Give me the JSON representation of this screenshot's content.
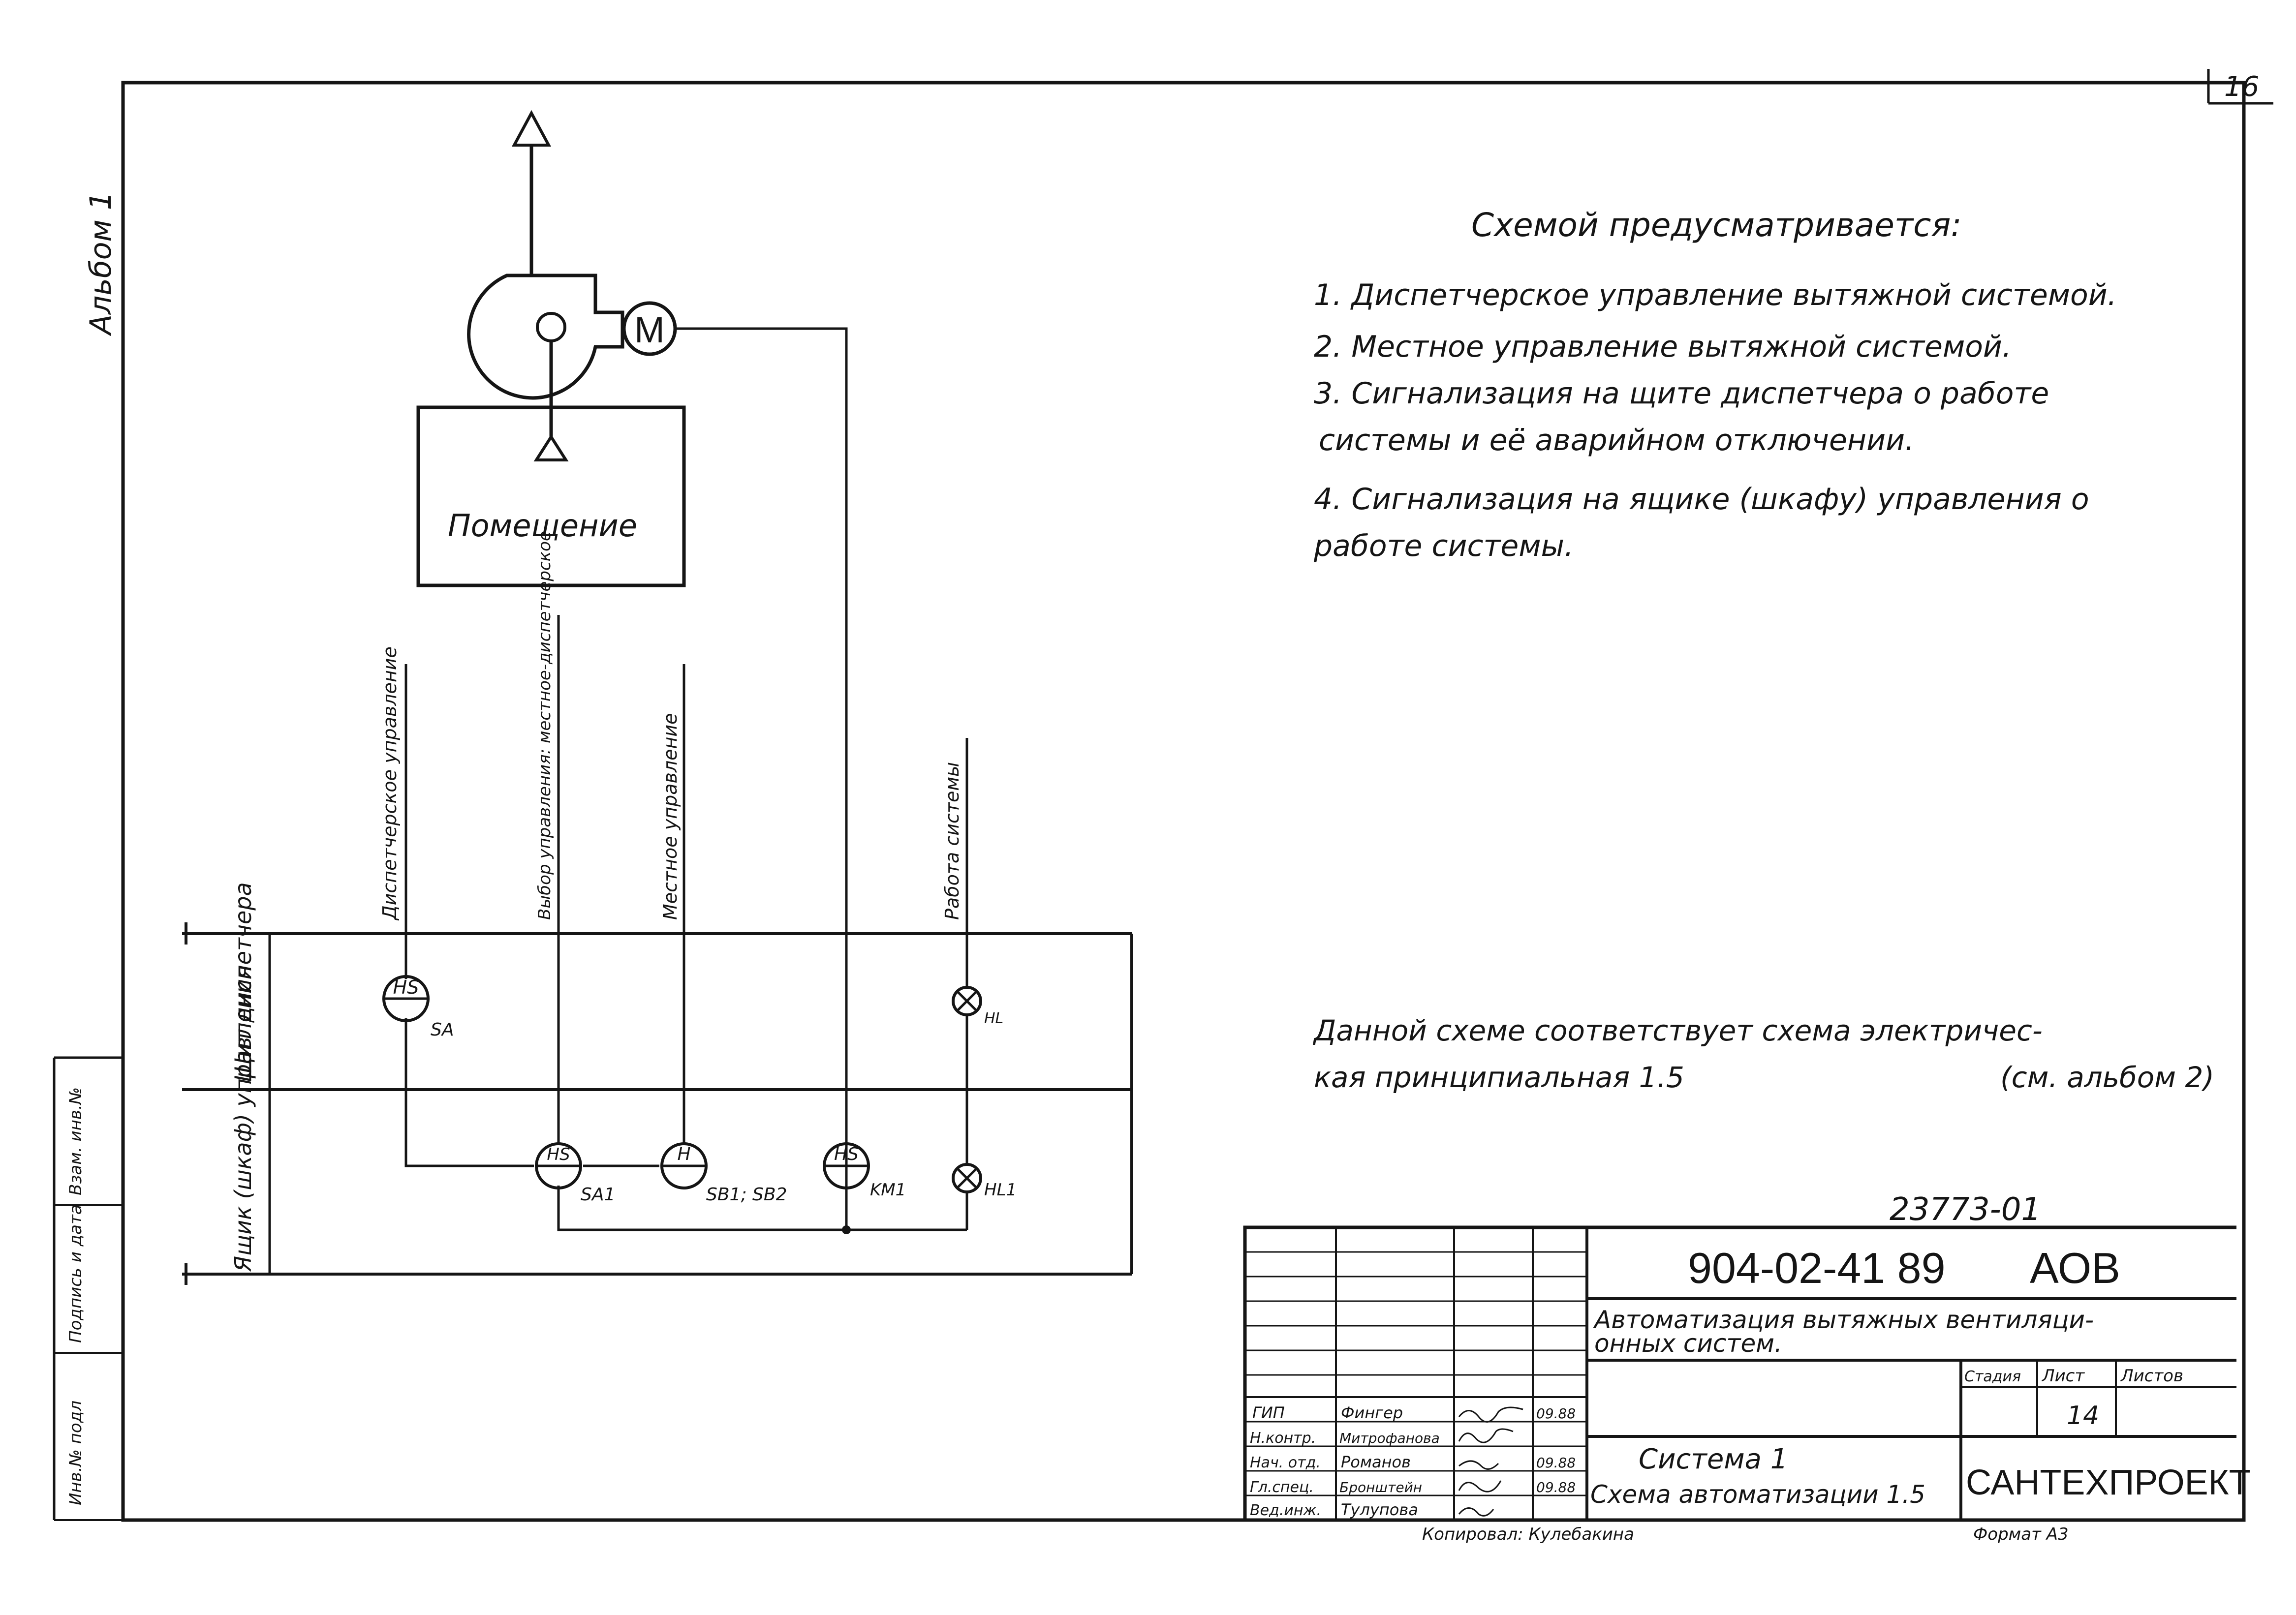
{
  "sheet": {
    "sheet_number": "16",
    "album_label": "Альбом 1",
    "margin_labels": [
      "Инв.№ подл",
      "Подпись и дата",
      "Взам. инв.№"
    ]
  },
  "diagram": {
    "room_label": "Помещение",
    "motor_label": "M",
    "columns": [
      "Диспетчерское управление",
      "Выбор управления: местное-диспетчерское",
      "Местное управление",
      "Работа системы"
    ],
    "rows": [
      "Щит диспетчера",
      "Ящик (шкаф) управления"
    ],
    "devices": {
      "sa": {
        "symbol": "HS",
        "tag": "SA"
      },
      "hl": {
        "tag": "HL"
      },
      "sa1": {
        "symbol": "HS",
        "tag": "SA1"
      },
      "sb": {
        "symbol": "H",
        "tag": "SB1; SB2"
      },
      "km1": {
        "symbol": "HS",
        "tag": "KM1"
      },
      "hl1": {
        "tag": "HL1"
      }
    }
  },
  "notes": {
    "heading": "Схемой предусматривается:",
    "items": [
      "1. Диспетчерское управление вытяжной системой.",
      "2. Местное управление вытяжной системой.",
      "3. Сигнализация на щите диспетчера о работе",
      "системы и её аварийном отключении.",
      "4. Сигнализация на ящике (шкафу) управления о",
      "работе системы."
    ],
    "reference": [
      "Данной схеме соответствует схема электричес-",
      "кая принципиальная 1.5",
      "(см. альбом 2)"
    ]
  },
  "title_block": {
    "inventory": "23773-01",
    "code": "904-02-41 89",
    "section": "АОВ",
    "project_title": [
      "Автоматизация вытяжных вентиляци-",
      "онных систем."
    ],
    "stage_headers": [
      "Стадия",
      "Лист",
      "Листов"
    ],
    "sheet_value": "14",
    "signatures": [
      {
        "role": "ГИП",
        "name": "Фингер",
        "date": "09.88"
      },
      {
        "role": "Н.контр.",
        "name": "Митрофанова",
        "date": ""
      },
      {
        "role": "Нач. отд.",
        "name": "Романов",
        "date": "09.88"
      },
      {
        "role": "Гл.спец.",
        "name": "Бронштейн",
        "date": "09.88"
      },
      {
        "role": "Вед.инж.",
        "name": "Тулупова",
        "date": ""
      }
    ],
    "drawing_title": [
      "Система 1",
      "Схема автоматизации 1.5"
    ],
    "organization": "САНТЕХПРОЕКТ",
    "copied_by": "Копировал: Кулебакина",
    "format": "Формат А3"
  }
}
